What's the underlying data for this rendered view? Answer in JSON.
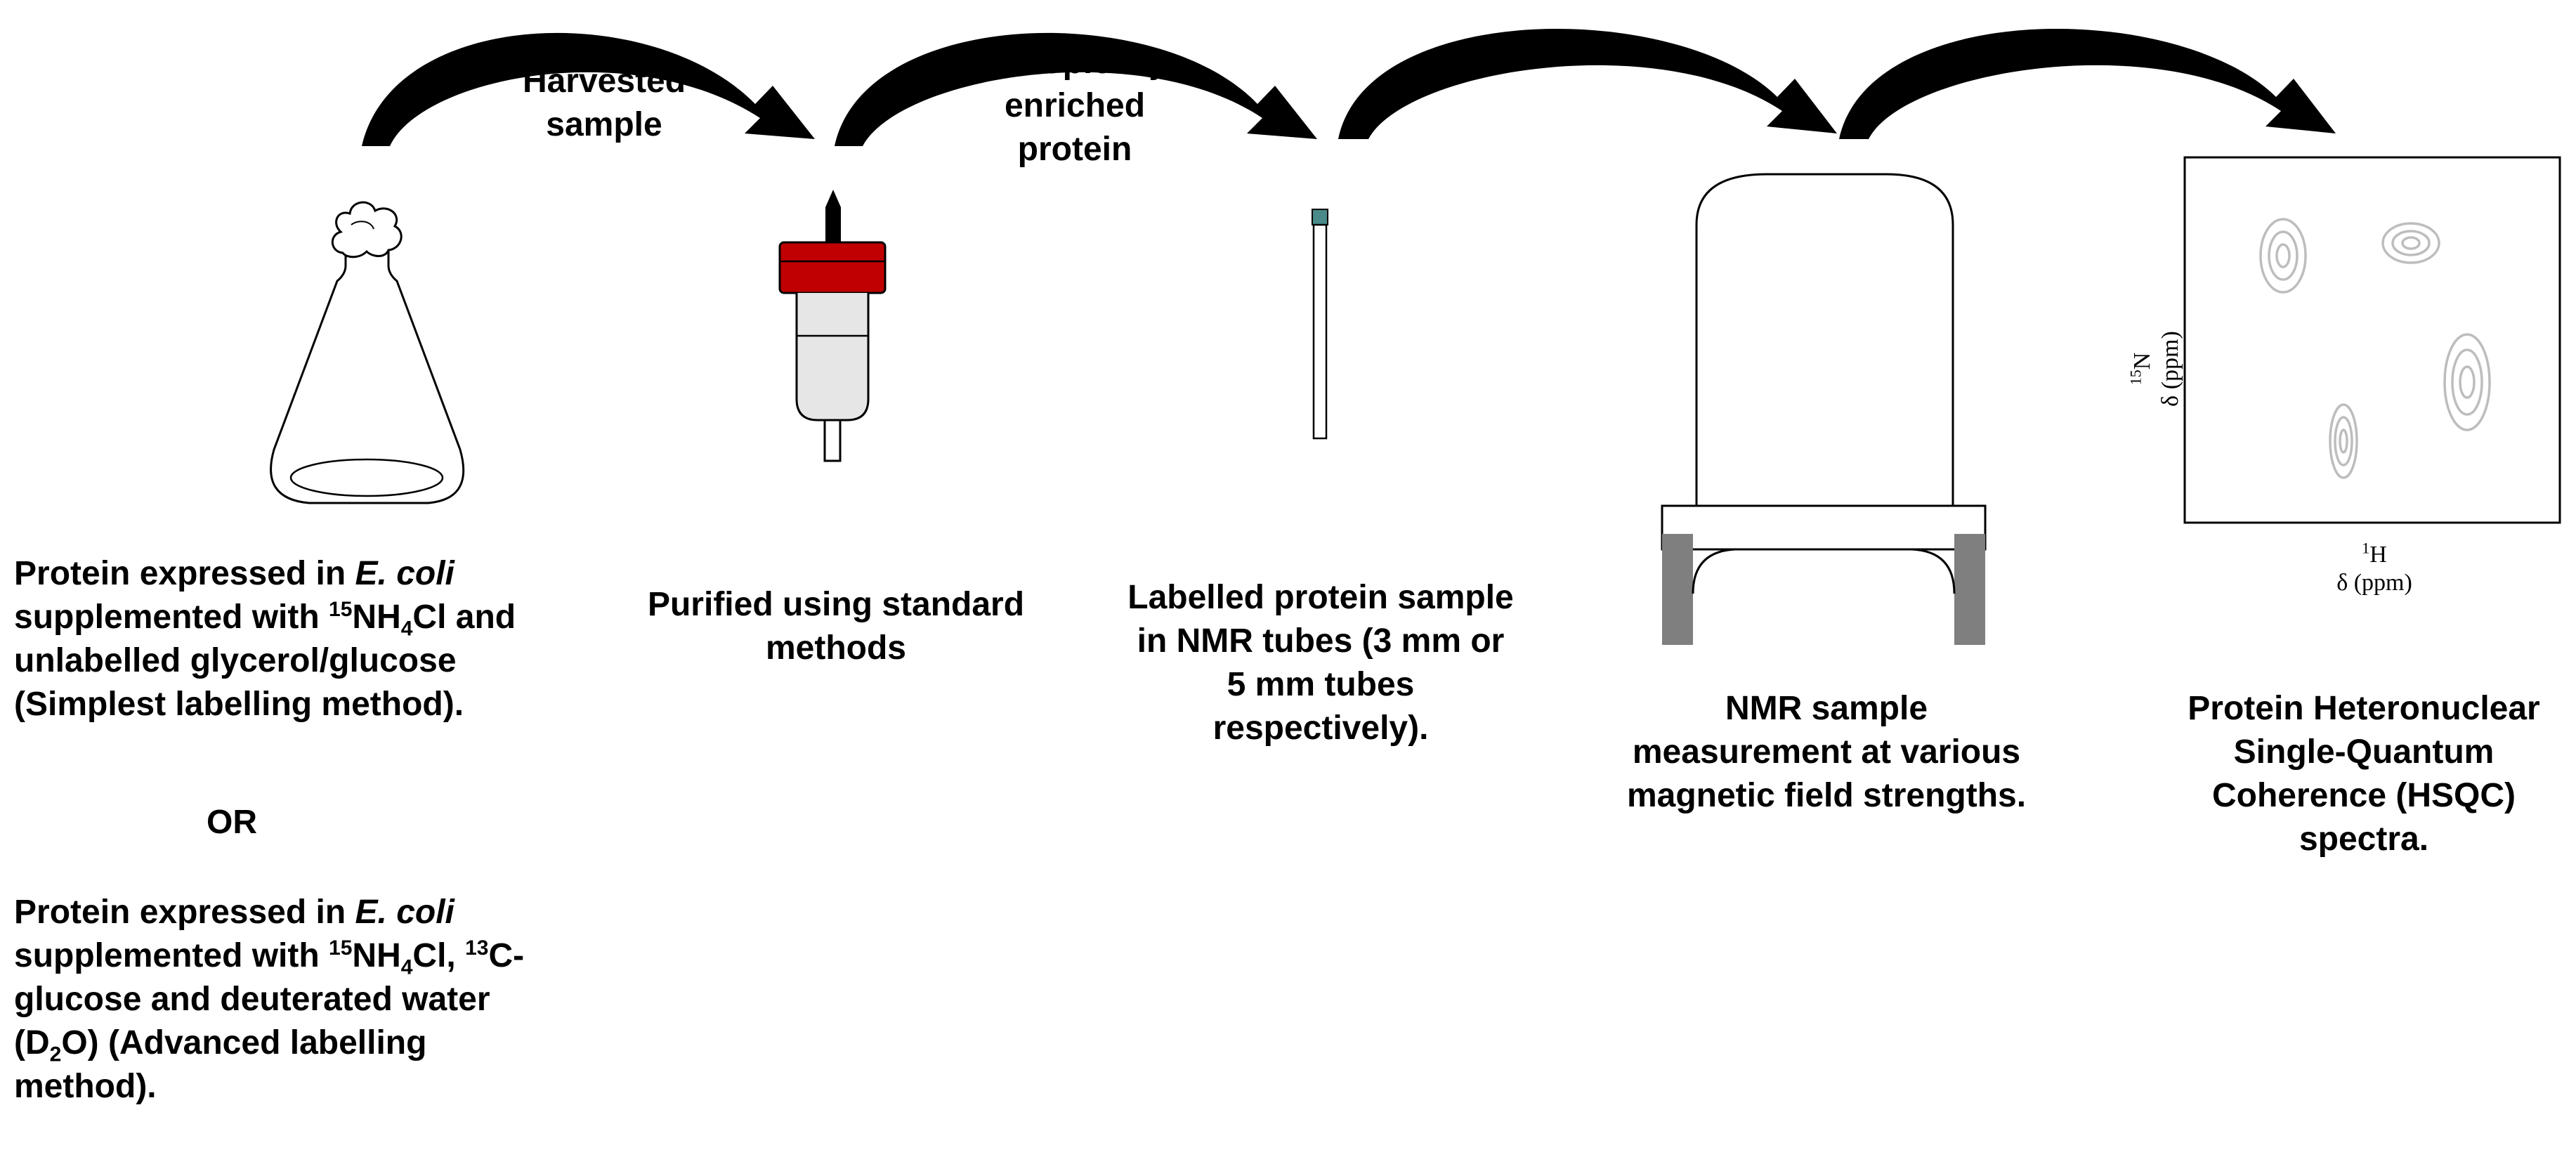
{
  "arrows": [
    {
      "label_lines": [
        "Harvested",
        "sample"
      ]
    },
    {
      "label_lines": [
        "Isotopically",
        "enriched",
        "protein"
      ]
    },
    {
      "label_lines": []
    },
    {
      "label_lines": []
    }
  ],
  "steps": {
    "expression": {
      "simple": {
        "l1_pre": "Protein expressed in ",
        "l1_em": "E. coli",
        "l2_pre": "supplemented with  ",
        "l2_sup": "15",
        "l2_mid": "NH",
        "l2_sub": "4",
        "l2_post": "Cl and",
        "l3": "unlabelled glycerol/glucose",
        "l4": "(Simplest labelling method)."
      },
      "or": "OR",
      "advanced": {
        "l1_pre": "Protein expressed in ",
        "l1_em": "E. coli",
        "l2_pre": "supplemented with ",
        "l2_sup1": "15",
        "l2_mid1": "NH",
        "l2_sub": "4",
        "l2_mid2": "Cl, ",
        "l2_sup2": "13",
        "l2_post": "C-",
        "l3": "glucose and deuterated water",
        "l4_pre": "(D",
        "l4_sub": "2",
        "l4_post": "O) (Advanced labelling",
        "l5": "method)."
      }
    },
    "purification": {
      "lines": [
        "Purified using standard",
        "methods"
      ]
    },
    "tubes": {
      "lines": [
        "Labelled protein sample",
        "in NMR tubes (3 mm or",
        "5 mm tubes",
        "respectively)."
      ]
    },
    "measurement": {
      "lines": [
        "NMR sample",
        "measurement at various",
        "magnetic field strengths."
      ]
    },
    "spectra": {
      "lines": [
        "Protein Heteronuclear",
        "Single-Quantum",
        "Coherence (HSQC)",
        "spectra."
      ]
    }
  },
  "hsqc_plot": {
    "x_nucleus_sup": "1",
    "x_nucleus": "H",
    "x_unit": "δ (ppm)",
    "y_nucleus_sup": "15",
    "y_nucleus": "N",
    "y_unit": "δ (ppm)"
  },
  "colors": {
    "arrow": "#000000",
    "syringe_cap": "#c00000",
    "syringe_body": "#e6e6e6",
    "tube_cap": "#4a8a8a",
    "magnet_legs": "#7f7f7f",
    "peaks": "#bdbdbd"
  }
}
